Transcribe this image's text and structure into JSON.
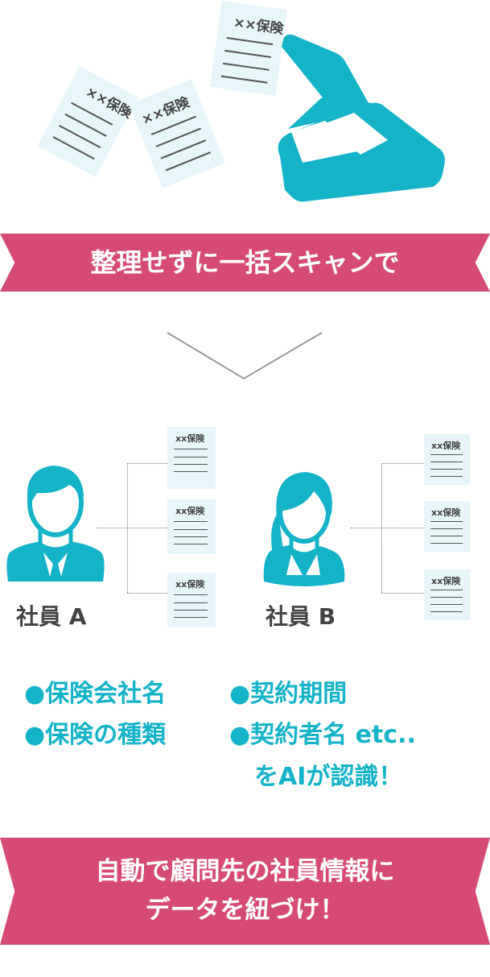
{
  "colors": {
    "accent": "#14b3c8",
    "banner": "#d64b75",
    "doc": "#e6f6f9",
    "text": "#444444"
  },
  "doc_title": "××保険",
  "small_doc_title": "xx保険",
  "banner_top": "整理せずに一括スキャンで",
  "employees": [
    {
      "label": "社員 A"
    },
    {
      "label": "社員 B"
    }
  ],
  "bullets": {
    "left": [
      "●保険会社名",
      "●保険の種類"
    ],
    "right": [
      "●契約期間",
      "●契約者名 etc.."
    ],
    "tail": "をAIが認識！"
  },
  "banner_bottom": {
    "line1": "自動で顧問先の社員情報に",
    "line2": "データを紐づけ！"
  },
  "icons": [
    "document-icon",
    "scanner-icon",
    "chevron-down-icon",
    "male-employee-icon",
    "female-employee-icon"
  ]
}
